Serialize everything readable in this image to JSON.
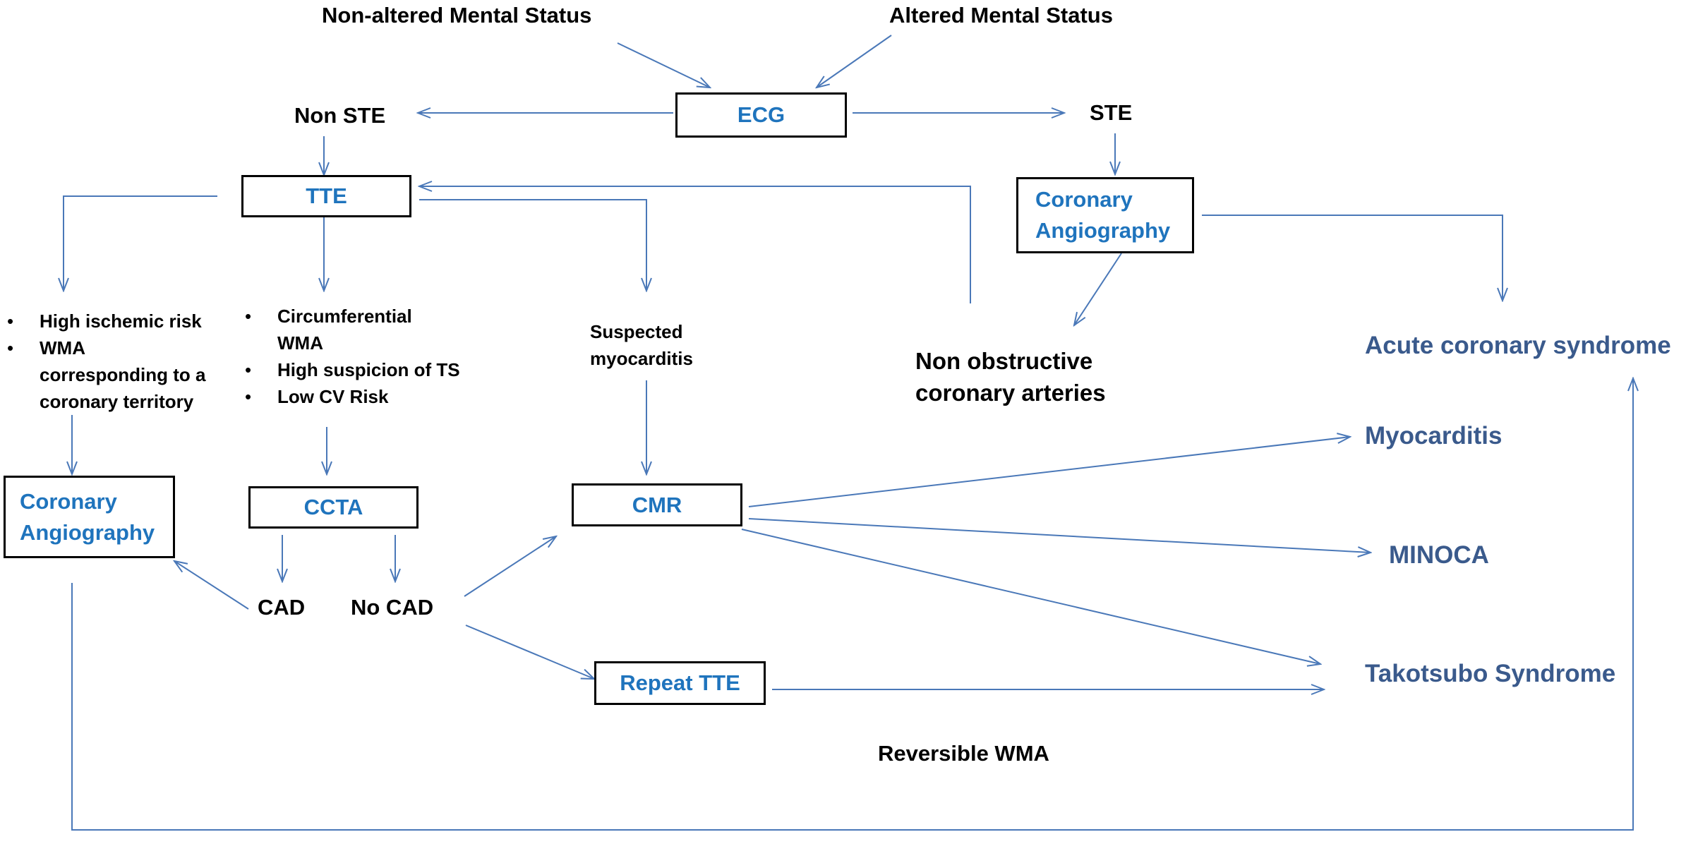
{
  "inputs": {
    "non_altered": "Non-altered Mental Status",
    "altered": "Altered Mental Status"
  },
  "ecg": "ECG",
  "non_ste": "Non STE",
  "ste": "STE",
  "tte": "TTE",
  "coronary_angiography_right": {
    "line1": "Coronary",
    "line2": "Angiography"
  },
  "non_obstructive": {
    "line1": "Non obstructive",
    "line2": "coronary arteries"
  },
  "left_branch_bullets": [
    "High ischemic risk",
    "WMA",
    "corresponding to a",
    "coronary territory"
  ],
  "middle_branch_bullets": [
    "Circumferential",
    "WMA",
    "High suspicion of TS",
    "Low CV Risk"
  ],
  "suspected_myocarditis": {
    "line1": "Suspected",
    "line2": "myocarditis"
  },
  "coronary_angiography_left": {
    "line1": "Coronary",
    "line2": "Angiography"
  },
  "ccta": "CCTA",
  "cmr": "CMR",
  "cad": "CAD",
  "no_cad": "No CAD",
  "repeat_tte": "Repeat TTE",
  "reversible_wma": "Reversible WMA",
  "outcomes": {
    "acs": "Acute coronary syndrome",
    "myocarditis": "Myocarditis",
    "minoca": "MINOCA",
    "takotsubo": "Takotsubo Syndrome"
  },
  "colors": {
    "arrow": "#4a78b8",
    "box_text": "#1f74bd",
    "outcome_text": "#3a5a8c",
    "label_text": "#000000"
  }
}
